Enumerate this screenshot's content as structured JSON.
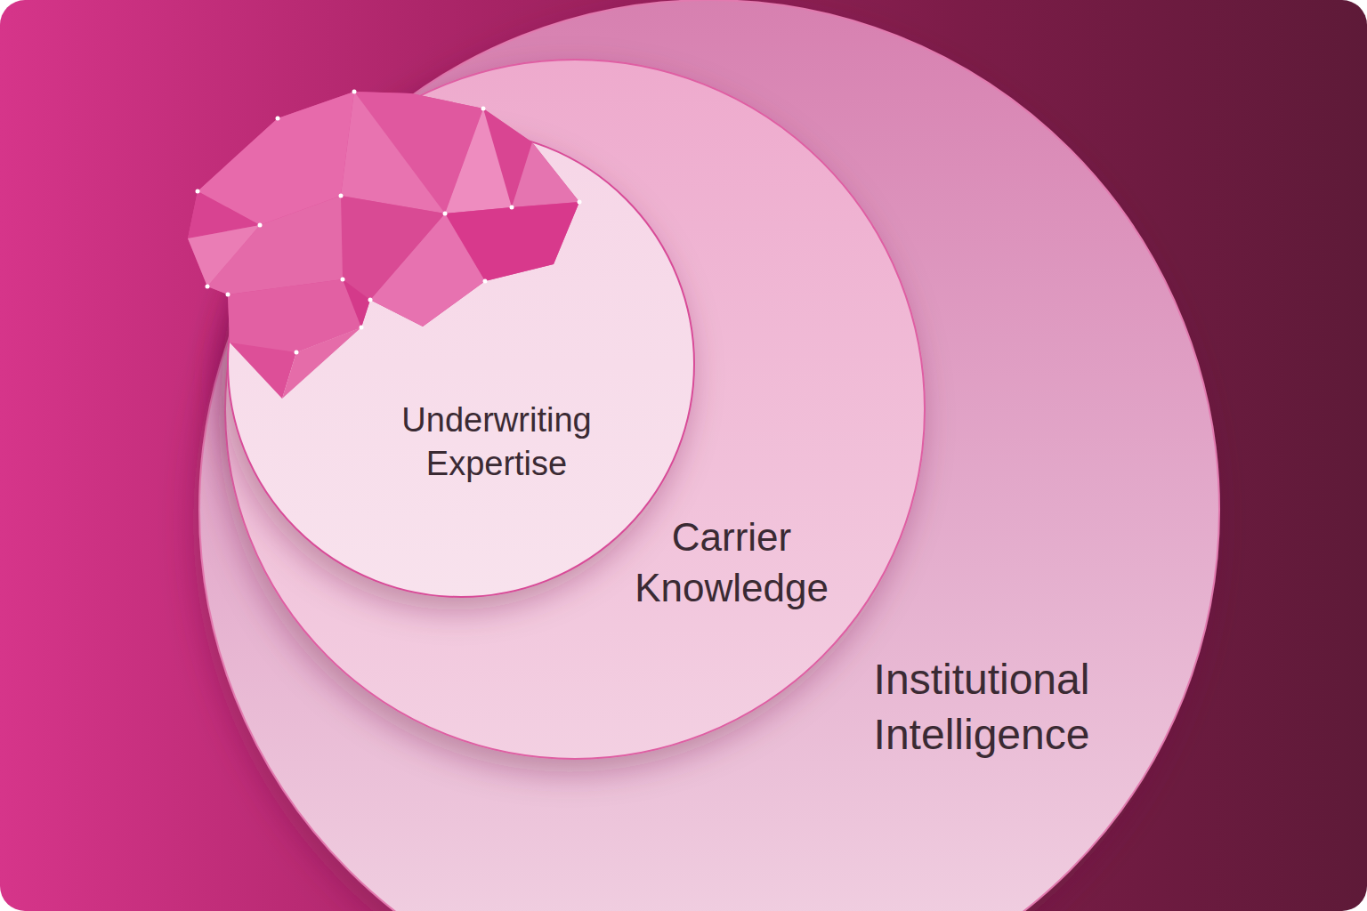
{
  "diagram": {
    "nodes": [
      {
        "text": [
          "Institutional Intelligence"
        ]
      },
      {
        "text": [
          "Carrier Knowledge"
        ],
        "in": 0
      },
      {
        "text": [
          "Underwriting Expertise"
        ],
        "in": 1
      }
    ]
  }
}
